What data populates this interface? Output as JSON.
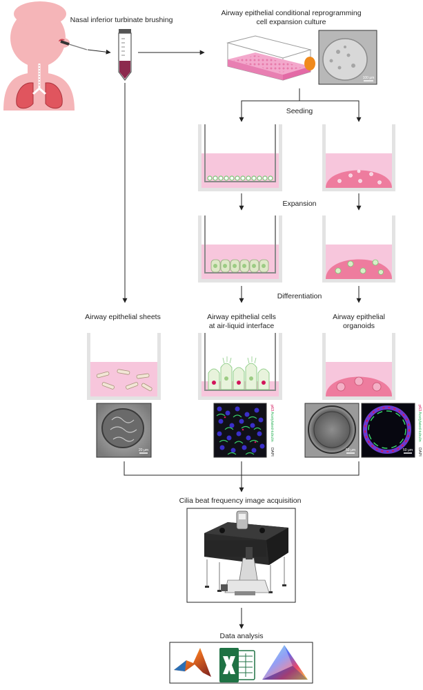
{
  "labels": {
    "nasal_brushing": "Nasal inferior turbinate brushing",
    "culture_line1": "Airway epithelial conditional reprogramming",
    "culture_line2": "cell expansion culture",
    "seeding": "Seeding",
    "expansion": "Expansion",
    "differentiation": "Differentiation",
    "sheets": "Airway epithelial sheets",
    "ali_line1": "Airway epithelial cells",
    "ali_line2": "at air-liquid interface",
    "organoids_line1": "Airway epithelial",
    "organoids_line2": "organoids",
    "cbf_acquisition": "Cilia beat frequency image acquisition",
    "data_analysis": "Data analysis"
  },
  "scale_bars": {
    "culture": "100 μm",
    "sheets": "20 μm",
    "organoid_bf": "50 μm",
    "organoid_if": "50 μm"
  },
  "stain_labels": {
    "ali": [
      "p63",
      "Acetylated-tubulin",
      "DAPI"
    ],
    "organoid": [
      "p63",
      "Acetylated-tubulin",
      "DAPI"
    ]
  },
  "colors": {
    "medium_pink": "#f7c6dc",
    "dome_pink": "#ee7c9e",
    "child_skin": "#f5b5b8",
    "lung": "#e0555e",
    "arrow": "#222222",
    "well_wall": "#e3e3e3",
    "cell_green": "#7cc576",
    "dapi_blue": "#3a2fc9",
    "p63_red": "#d2145a"
  },
  "icons": [
    "matlab-logo-icon",
    "excel-logo-icon",
    "prism-logo-icon"
  ]
}
